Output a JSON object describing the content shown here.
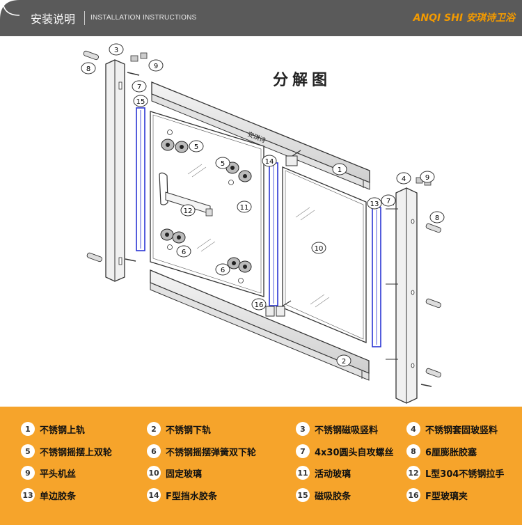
{
  "header": {
    "title": "安装说明",
    "subtitle": "INSTALLATION INSTRUCTIONS",
    "brand": "ANQI SHI 安琪诗卫浴"
  },
  "diagram": {
    "title": "分解图",
    "rail_stamp": "安琪诗",
    "callouts": [
      "1",
      "2",
      "3",
      "4",
      "5",
      "5",
      "6",
      "6",
      "7",
      "7",
      "8",
      "8",
      "9",
      "9",
      "10",
      "11",
      "12",
      "13",
      "14",
      "15",
      "16"
    ]
  },
  "legend": {
    "items": [
      {
        "num": "1",
        "label": "不锈钢上轨"
      },
      {
        "num": "2",
        "label": "不锈钢下轨"
      },
      {
        "num": "3",
        "label": "不锈钢磁吸竖料"
      },
      {
        "num": "4",
        "label": "不锈钢套固玻竖料"
      },
      {
        "num": "5",
        "label": "不锈钢摇摆上双轮"
      },
      {
        "num": "6",
        "label": "不锈钢摇摆弹簧双下轮"
      },
      {
        "num": "7",
        "label": "4x30圆头自攻螺丝"
      },
      {
        "num": "8",
        "label": "6厘膨胀胶塞"
      },
      {
        "num": "9",
        "label": "平头机丝"
      },
      {
        "num": "10",
        "label": "固定玻璃"
      },
      {
        "num": "11",
        "label": "活动玻璃"
      },
      {
        "num": "12",
        "label": "L型304不锈钢拉手"
      },
      {
        "num": "13",
        "label": "单边胶条"
      },
      {
        "num": "14",
        "label": "F型挡水胶条"
      },
      {
        "num": "15",
        "label": "磁吸胶条"
      },
      {
        "num": "16",
        "label": "F型玻璃夹"
      }
    ]
  }
}
